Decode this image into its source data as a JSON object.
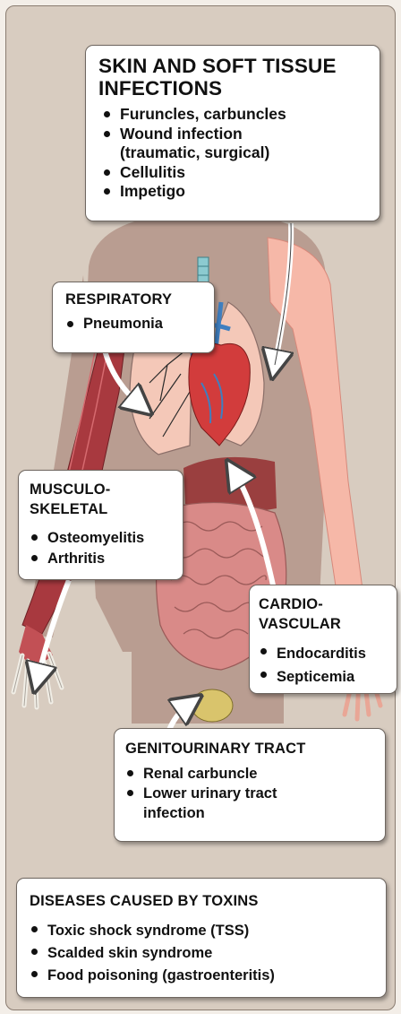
{
  "skin": {
    "title": "SKIN AND SOFT TISSUE INFECTIONS",
    "items": [
      "Furuncles, carbuncles",
      "Wound infection (traumatic, surgical)",
      "Cellulitis",
      "Impetigo"
    ]
  },
  "respiratory": {
    "title": "RESPIRATORY",
    "items": [
      "Pneumonia"
    ]
  },
  "musculoskeletal": {
    "title": "MUSCULO-SKELETAL",
    "items": [
      "Osteomyelitis",
      "Arthritis"
    ]
  },
  "cardiovascular": {
    "title": "CARDIO-VASCULAR",
    "items": [
      "Endocarditis",
      "Septicemia"
    ]
  },
  "genitourinary": {
    "title": "GENITOURINARY TRACT",
    "items": [
      "Renal carbuncle",
      "Lower urinary tract infection"
    ]
  },
  "toxins": {
    "title": "DISEASES CAUSED BY TOXINS",
    "items": [
      "Toxic shock syndrome (TSS)",
      "Scalded skin syndrome",
      "Food poisoning (gastroenteritis)"
    ]
  },
  "colors": {
    "background": "#d8ccc0",
    "silhouette": "#b99d91",
    "skin": "#f6b8a8",
    "heart": "#d23c3c",
    "vessels": "#3f7fc0",
    "muscle": "#a8393f",
    "intestine": "#d98a88",
    "bladder": "#d9c46c"
  }
}
